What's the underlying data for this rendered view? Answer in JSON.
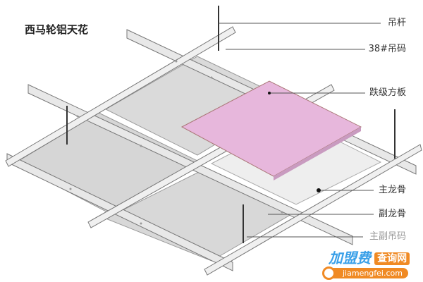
{
  "title": "西马轮铝天花",
  "labels": [
    {
      "text": "吊杆"
    },
    {
      "text": "38#吊码"
    },
    {
      "text": "跌级方板"
    },
    {
      "text": "主龙骨"
    },
    {
      "text": "副龙骨"
    },
    {
      "text": "主副吊码"
    }
  ],
  "watermark": {
    "brand": "加盟费",
    "tag": "查询网",
    "url": "jiamengfei.com"
  },
  "colors": {
    "panel": "#d9d9d9",
    "pink_panel": "#e7b7dc",
    "rail": "#e4e4e4",
    "accent": "#f08a24"
  }
}
